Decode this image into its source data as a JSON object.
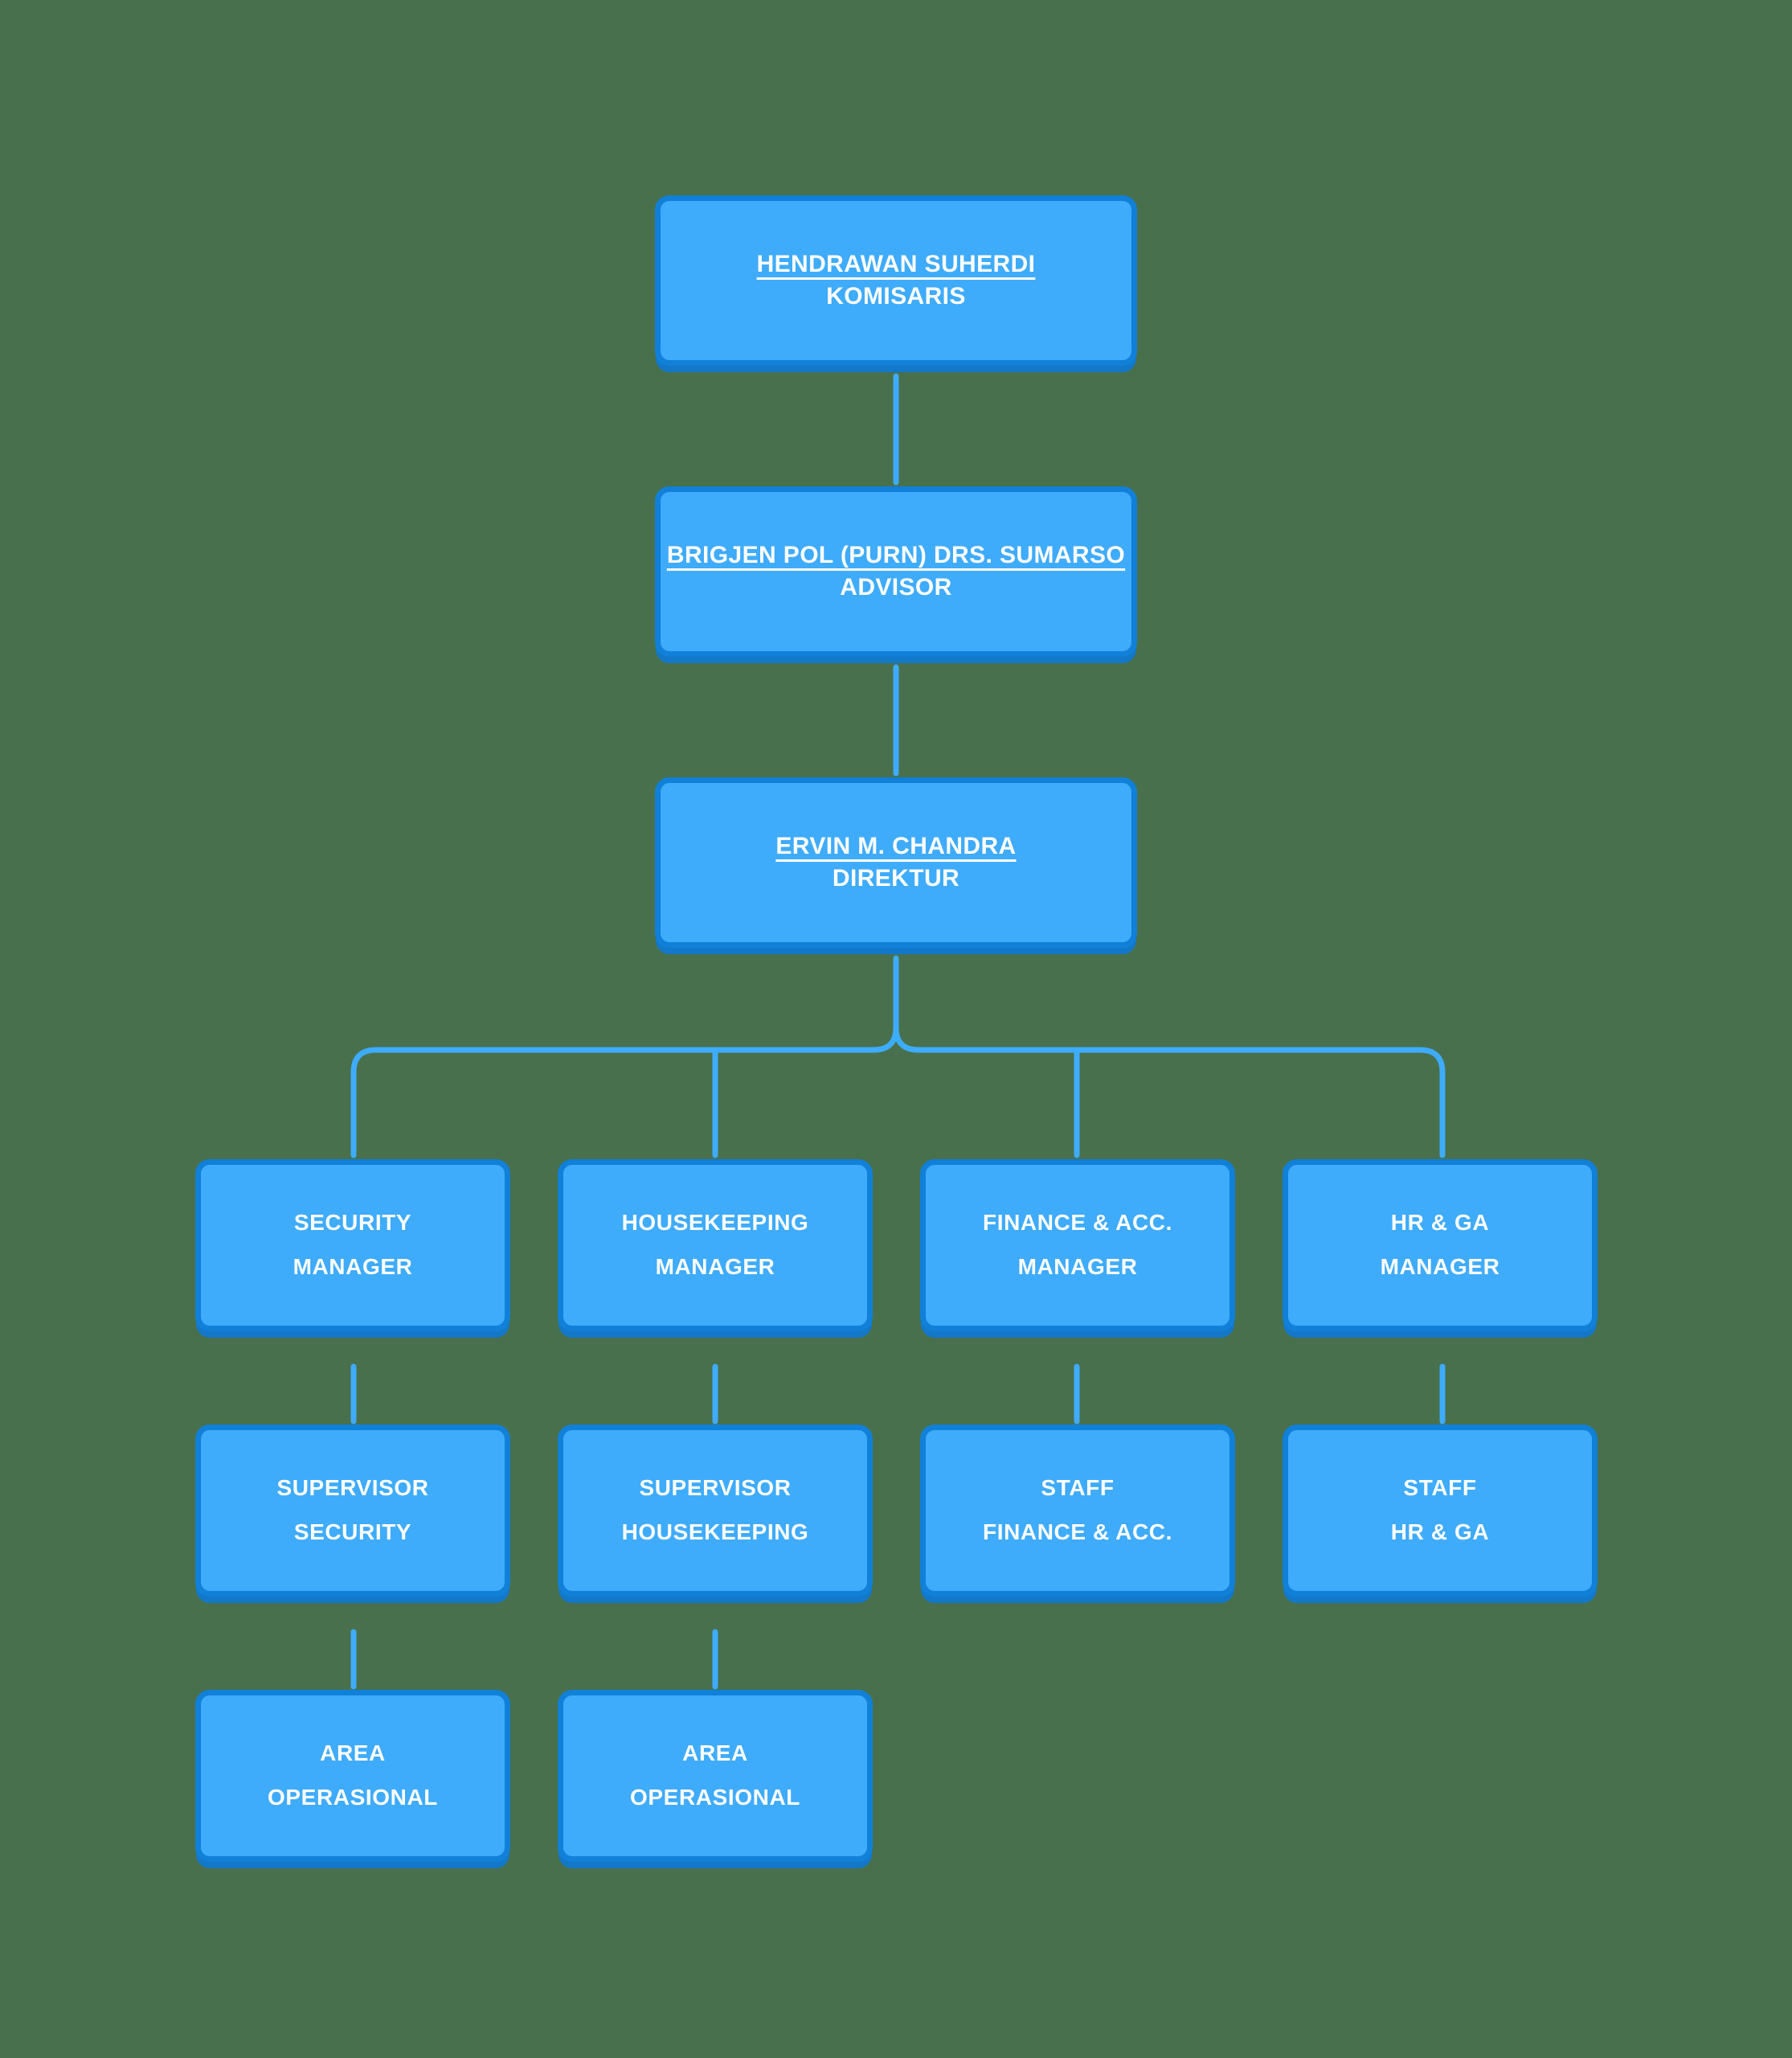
{
  "theme": {
    "background": "#48704D",
    "node_fill": "#3FABFB",
    "node_border": "#1080D8",
    "node_shadow": "#1478C9",
    "connector": "#3FABFB",
    "text": "#FFFFFF"
  },
  "chart_data": {
    "type": "diagram",
    "diagram_kind": "organizational-chart",
    "orientation": "top-down",
    "levels": 6,
    "nodes": [
      {
        "id": "komisaris",
        "name": "HENDRAWAN SUHERDI",
        "role": "KOMISARIS",
        "level": 1,
        "parent": null
      },
      {
        "id": "advisor",
        "name": "BRIGJEN POL (PURN) DRS. SUMARSO",
        "role": "ADVISOR",
        "level": 2,
        "parent": "komisaris"
      },
      {
        "id": "direktur",
        "name": "ERVIN M. CHANDRA",
        "role": "DIREKTUR",
        "level": 3,
        "parent": "advisor"
      },
      {
        "id": "security-manager",
        "line_a": "SECURITY",
        "line_b": "MANAGER",
        "level": 4,
        "parent": "direktur"
      },
      {
        "id": "housekeeping-manager",
        "line_a": "HOUSEKEEPING",
        "line_b": "MANAGER",
        "level": 4,
        "parent": "direktur"
      },
      {
        "id": "finance-manager",
        "line_a": "FINANCE & ACC.",
        "line_b": "MANAGER",
        "level": 4,
        "parent": "direktur"
      },
      {
        "id": "hrga-manager",
        "line_a": "HR & GA",
        "line_b": "MANAGER",
        "level": 4,
        "parent": "direktur"
      },
      {
        "id": "supervisor-security",
        "line_a": "SUPERVISOR",
        "line_b": "SECURITY",
        "level": 5,
        "parent": "security-manager"
      },
      {
        "id": "supervisor-housekeeping",
        "line_a": "SUPERVISOR",
        "line_b": "HOUSEKEEPING",
        "level": 5,
        "parent": "housekeeping-manager"
      },
      {
        "id": "staff-finance",
        "line_a": "STAFF",
        "line_b": "FINANCE & ACC.",
        "level": 5,
        "parent": "finance-manager"
      },
      {
        "id": "staff-hrga",
        "line_a": "STAFF",
        "line_b": "HR & GA",
        "level": 5,
        "parent": "hrga-manager"
      },
      {
        "id": "area-operasional-security",
        "line_a": "AREA",
        "line_b": "OPERASIONAL",
        "level": 6,
        "parent": "supervisor-security"
      },
      {
        "id": "area-operasional-housekeeping",
        "line_a": "AREA",
        "line_b": "OPERASIONAL",
        "level": 6,
        "parent": "supervisor-housekeeping"
      }
    ]
  },
  "nodes": {
    "komisaris": {
      "name": "HENDRAWAN SUHERDI",
      "role": "KOMISARIS"
    },
    "advisor": {
      "name": "BRIGJEN POL (PURN) DRS. SUMARSO",
      "role": "ADVISOR"
    },
    "direktur": {
      "name": "ERVIN M. CHANDRA",
      "role": "DIREKTUR"
    },
    "security_manager": {
      "line_a": "SECURITY",
      "line_b": "MANAGER"
    },
    "housekeeping_manager": {
      "line_a": "HOUSEKEEPING",
      "line_b": "MANAGER"
    },
    "finance_manager": {
      "line_a": "FINANCE & ACC.",
      "line_b": "MANAGER"
    },
    "hrga_manager": {
      "line_a": "HR & GA",
      "line_b": "MANAGER"
    },
    "supervisor_security": {
      "line_a": "SUPERVISOR",
      "line_b": "SECURITY"
    },
    "supervisor_housekeeping": {
      "line_a": "SUPERVISOR",
      "line_b": "HOUSEKEEPING"
    },
    "staff_finance": {
      "line_a": "STAFF",
      "line_b": "FINANCE & ACC."
    },
    "staff_hrga": {
      "line_a": "STAFF",
      "line_b": "HR & GA"
    },
    "area_operasional_1": {
      "line_a": "AREA",
      "line_b": "OPERASIONAL"
    },
    "area_operasional_2": {
      "line_a": "AREA",
      "line_b": "OPERASIONAL"
    }
  }
}
